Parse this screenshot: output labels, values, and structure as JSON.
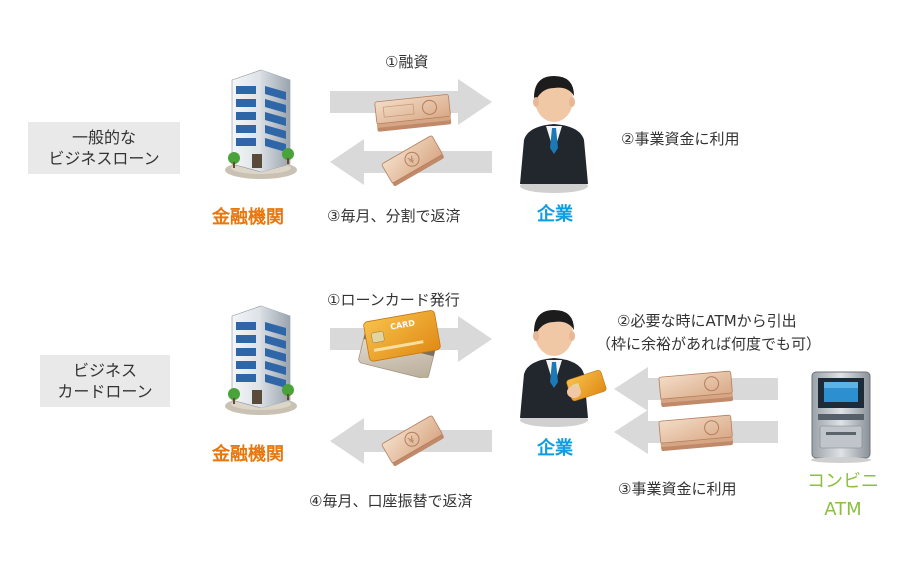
{
  "row1": {
    "category_line1": "一般的な",
    "category_line2": "ビジネスローン",
    "step1": "①融資",
    "step2": "②事業資金に利用",
    "step3": "③毎月、分割で返済",
    "bank": "金融機関",
    "company": "企業"
  },
  "row2": {
    "category_line1": "ビジネス",
    "category_line2": "カードローン",
    "step1": "①ローンカード発行",
    "step2_line1": "②必要な時にATMから引出",
    "step2_line2": "（枠に余裕があれば何度でも可）",
    "step3": "③事業資金に利用",
    "step4": "④毎月、口座振替で返済",
    "bank": "金融機関",
    "company": "企業",
    "store_line1": "コンビニ",
    "store_line2": "ATM",
    "card_text": "CARD"
  },
  "icons": {
    "bank": "office-building-icon",
    "person": "businessman-icon",
    "money": "yen-banknote-stack-icon",
    "card": "credit-card-icon",
    "atm": "atm-machine-icon",
    "arrow": "gray-arrow-icon"
  },
  "colors": {
    "bank_label": "#e8770e",
    "company_label": "#0d9de0",
    "store_label": "#8cbf3f",
    "category_bg": "#e9e9e9",
    "arrow": "#d9d9d9"
  }
}
